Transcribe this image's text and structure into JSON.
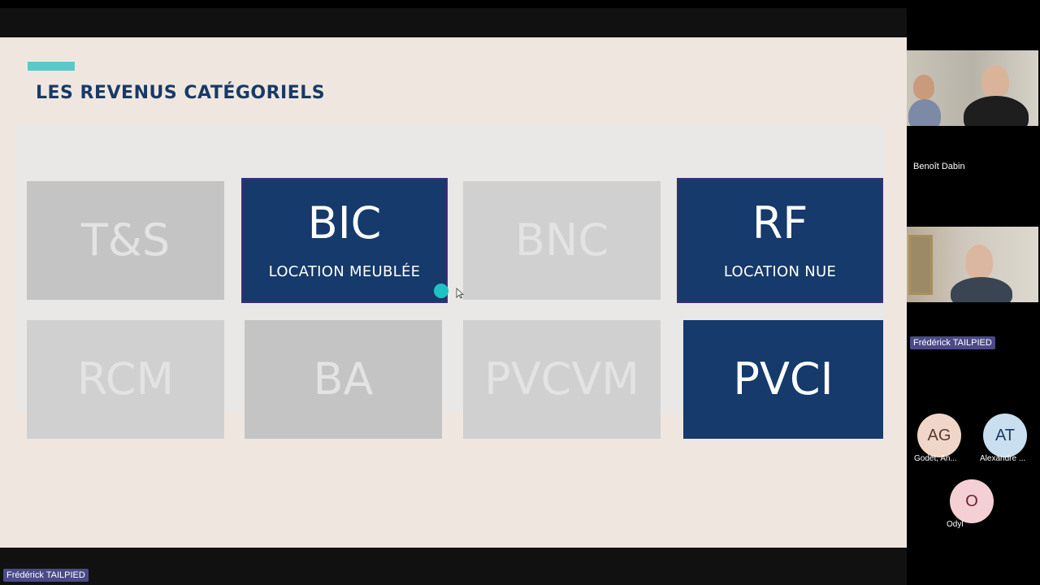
{
  "slide": {
    "title": "LES REVENUS CATÉGORIELS",
    "tiles": [
      {
        "label": "T&S",
        "sub": "",
        "style": "gray"
      },
      {
        "label": "BIC",
        "sub": "LOCATION MEUBLÉE",
        "style": "blue"
      },
      {
        "label": "BNC",
        "sub": "",
        "style": "light"
      },
      {
        "label": "RF",
        "sub": "LOCATION NUE",
        "style": "blue"
      },
      {
        "label": "RCM",
        "sub": "",
        "style": "light"
      },
      {
        "label": "BA",
        "sub": "",
        "style": "gray"
      },
      {
        "label": "PVCVM",
        "sub": "",
        "style": "light"
      },
      {
        "label": "PVCI",
        "sub": "",
        "style": "blue"
      }
    ]
  },
  "presenter_label": "Frédérick TAILPIED",
  "participants": {
    "video1_name": "Benoît Dabin",
    "video2_name": "Frédérick TAILPIED",
    "avatars": [
      {
        "initials": "AG",
        "name": "Godet, An...",
        "bg": "#f0d6c8",
        "fg": "#5a3a2a"
      },
      {
        "initials": "AT",
        "name": "Alexandre ...",
        "bg": "#c9dff0",
        "fg": "#1c3a5c"
      },
      {
        "initials": "O",
        "name": "Odyl",
        "bg": "#f4cfd4",
        "fg": "#6a1f2a"
      }
    ]
  },
  "colors": {
    "accent": "#5cc7c9",
    "title": "#173a66",
    "tile_blue": "#153a6b",
    "badge": "#4b4a87"
  }
}
